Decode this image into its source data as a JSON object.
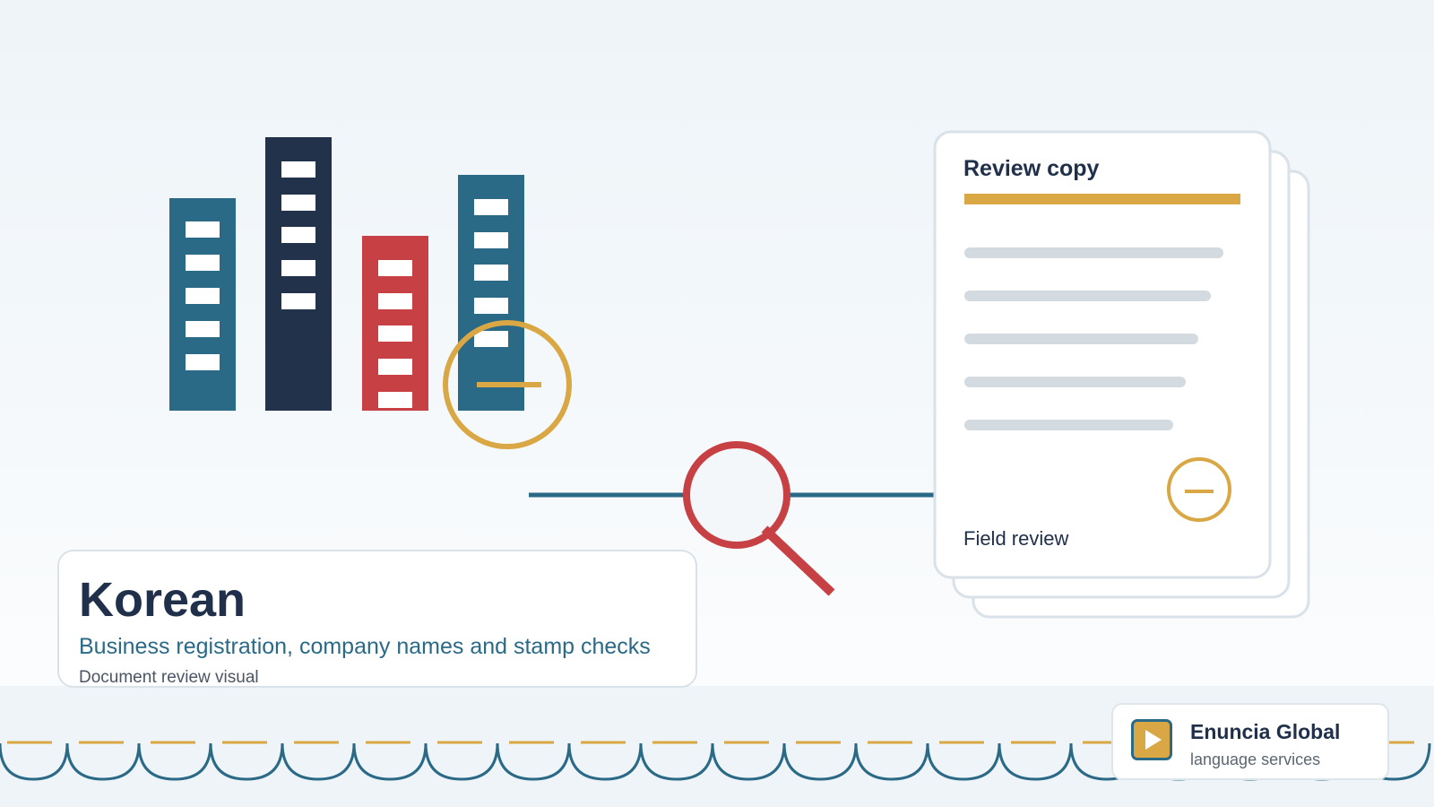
{
  "hero": {
    "title": "Korean",
    "subtitle": "Business registration, company names and stamp checks",
    "caption": "Document review visual"
  },
  "document": {
    "heading": "Review copy",
    "footer_label": "Field review",
    "line_count": 5
  },
  "brand": {
    "name": "Enuncia Global",
    "tagline": "language services",
    "logo_icon": "play-icon"
  },
  "colors": {
    "navy": "#22324a",
    "teal": "#2b6a86",
    "red": "#c74144",
    "gold": "#d9a744",
    "line_gray": "#d3dbe0",
    "background": "#eef4f8"
  }
}
